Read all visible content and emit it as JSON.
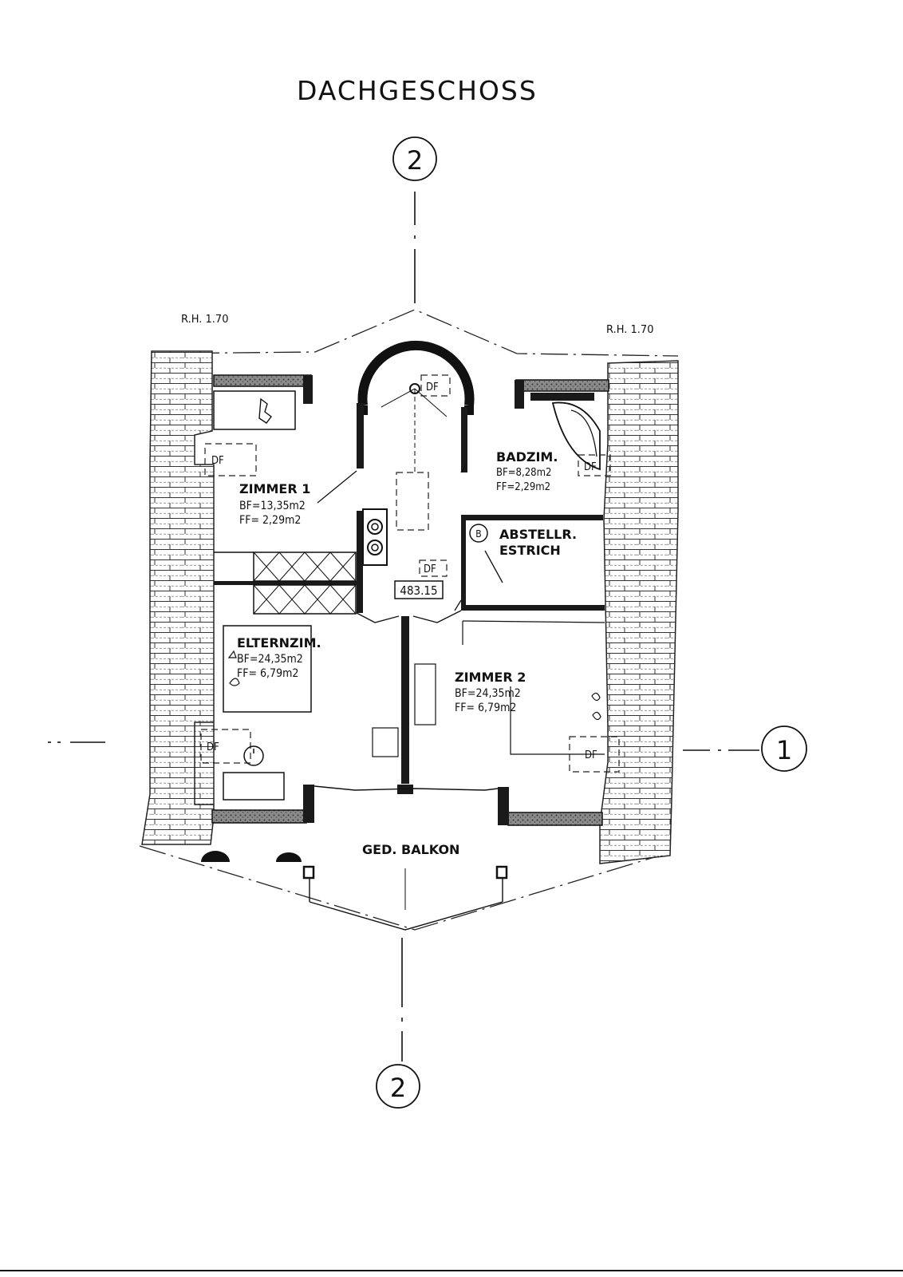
{
  "title": "DACHGESCHOSS",
  "section_markers": {
    "top": "2",
    "bottom": "2",
    "right": "1"
  },
  "room_heights": {
    "left": "R.H. 1.70",
    "right": "R.H. 1.70"
  },
  "rooms": {
    "zimmer1": {
      "name": "ZIMMER 1",
      "bf": "BF=13,35m2",
      "ff": "FF= 2,29m2"
    },
    "badzim": {
      "name": "BADZIM.",
      "bf": "BF=8,28m2",
      "ff": "FF=2,29m2"
    },
    "abstellr": {
      "name": "ABSTELLR.",
      "name2": "ESTRICH",
      "marker": "B"
    },
    "elternzim": {
      "name": "ELTERNZIM.",
      "bf": "BF=24,35m2",
      "ff": "FF= 6,79m2"
    },
    "zimmer2": {
      "name": "ZIMMER 2",
      "bf": "BF=24,35m2",
      "ff": "FF= 6,79m2"
    },
    "balkon": {
      "name": "GED. BALKON"
    }
  },
  "level": "483.15",
  "skylight_label": "DF",
  "icons": [
    "section-marker-icon",
    "toilet-icon",
    "bathtub-icon",
    "chimney-icon",
    "spiral-stair-icon",
    "skylight-icon",
    "roof-tiles"
  ]
}
